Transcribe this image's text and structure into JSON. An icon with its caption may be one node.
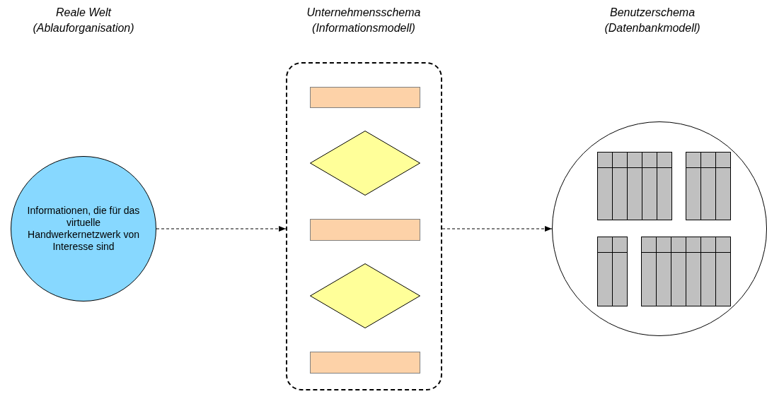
{
  "diagram": {
    "nodes": [
      {
        "text": [
          "Informationen, die für das virtuelle Handwerkernetzwerk von Interesse sind"
        ]
      },
      {
        "text": [],
        "shape": "box"
      },
      {
        "text": [],
        "shape": "box",
        "in": 1
      },
      {
        "text": [],
        "shape": "diamond",
        "in": 1
      },
      {
        "text": [],
        "shape": "box",
        "in": 1
      },
      {
        "text": [],
        "shape": "diamond",
        "in": 1
      },
      {
        "text": [],
        "shape": "box",
        "in": 1
      },
      {
        "text": [],
        "shape": "circle"
      }
    ],
    "edges": [
      {
        "from": 0,
        "to": 1,
        "arrow": "to",
        "style": "dashed"
      },
      {
        "from": 1,
        "to": 7,
        "arrow": "to",
        "style": "dashed"
      }
    ],
    "labels": [
      "Reale Welt (Ablauforganisation)",
      "Unternehmensschema (Informationsmodell)",
      "Benutzerschema (Datenbankmodell)"
    ]
  }
}
